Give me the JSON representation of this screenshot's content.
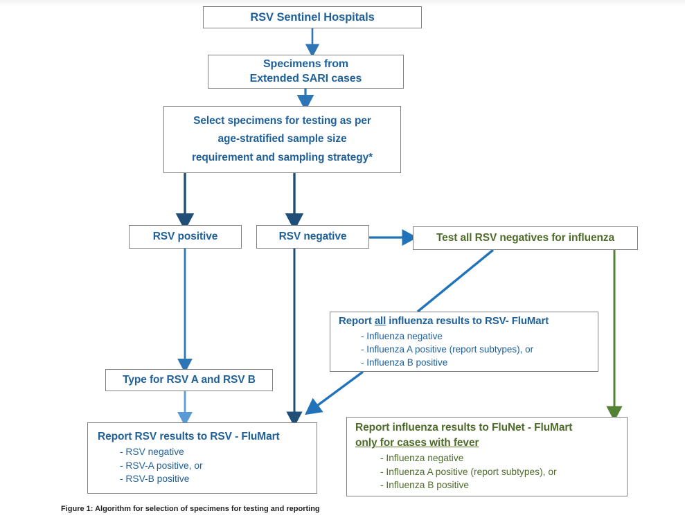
{
  "figure": {
    "caption": "Figure 1: Algorithm for selection of specimens for testing and reporting",
    "colors": {
      "blue_text": "#1f6099",
      "green_text": "#4e6b2a",
      "blue_arrow": "#2e75b6",
      "blue_arrow_dark": "#1f4e79",
      "green_arrow": "#548235",
      "box_border": "#7f7f7f",
      "background": "#ffffff"
    }
  },
  "nodes": {
    "sentinel": {
      "title": "RSV Sentinel Hospitals"
    },
    "specimens": {
      "line1": "Specimens from",
      "line2": "Extended SARI cases"
    },
    "select": {
      "line1": "Select specimens for testing as per",
      "line2": "age-stratified sample size",
      "line3": "requirement and sampling strategy*"
    },
    "rsv_positive": {
      "title": "RSV positive"
    },
    "rsv_negative": {
      "title": "RSV negative"
    },
    "test_all": {
      "title": "Test all RSV negatives for influenza"
    },
    "report_all_influenza": {
      "title_pre": "Report ",
      "title_underline": "all",
      "title_post": " influenza results to RSV- FluMart",
      "bullets": [
        "- Influenza negative",
        "- Influenza A positive (report subtypes), or",
        "- Influenza B positive"
      ]
    },
    "type_rsv": {
      "title": "Type for RSV A and RSV B"
    },
    "report_rsv": {
      "title": "Report RSV results to RSV - FluMart",
      "bullets": [
        "- RSV negative",
        "- RSV-A positive, or",
        "- RSV-B positive"
      ]
    },
    "report_influenza_flunet": {
      "title_line1": "Report influenza results to FluNet - FluMart",
      "title_line2_underline": "only for cases with fever",
      "bullets": [
        "- Influenza negative",
        "- Influenza A positive (report subtypes), or",
        "- Influenza B positive"
      ]
    }
  },
  "connectors": [
    {
      "name": "sentinel-to-specimens",
      "from": "sentinel",
      "to": "specimens",
      "color": "#2e75b6",
      "style": "vertical-arrow"
    },
    {
      "name": "specimens-to-select",
      "from": "specimens",
      "to": "select",
      "color": "#2e75b6",
      "style": "vertical-arrow"
    },
    {
      "name": "select-to-rsv-positive",
      "from": "select",
      "to": "rsv_positive",
      "color": "#1f4e79",
      "style": "vertical-arrow"
    },
    {
      "name": "select-to-rsv-negative",
      "from": "select",
      "to": "rsv_negative",
      "color": "#1f4e79",
      "style": "vertical-arrow"
    },
    {
      "name": "rsv-negative-to-test-all",
      "from": "rsv_negative",
      "to": "test_all",
      "color": "#2e75b6",
      "style": "horizontal-arrow"
    },
    {
      "name": "rsv-positive-to-type",
      "from": "rsv_positive",
      "to": "type_rsv",
      "color": "#2e75b6",
      "style": "vertical-arrow"
    },
    {
      "name": "type-to-report-rsv",
      "from": "type_rsv",
      "to": "report_rsv",
      "color": "#5b9bd5",
      "style": "vertical-arrow"
    },
    {
      "name": "rsv-negative-to-report-rsv",
      "from": "rsv_negative",
      "to": "report_rsv",
      "color": "#1f4e79",
      "style": "vertical-arrow"
    },
    {
      "name": "test-all-to-report-all-influenza",
      "from": "test_all",
      "to": "report_all_influenza",
      "color": "#2073b8",
      "style": "diagonal-line"
    },
    {
      "name": "report-all-influenza-to-report-rsv",
      "from": "report_all_influenza",
      "to": "report_rsv",
      "color": "#2073b8",
      "style": "diagonal-arrow"
    },
    {
      "name": "test-all-to-report-influenza-flunet",
      "from": "test_all",
      "to": "report_influenza_flunet",
      "color": "#548235",
      "style": "vertical-arrow"
    }
  ]
}
